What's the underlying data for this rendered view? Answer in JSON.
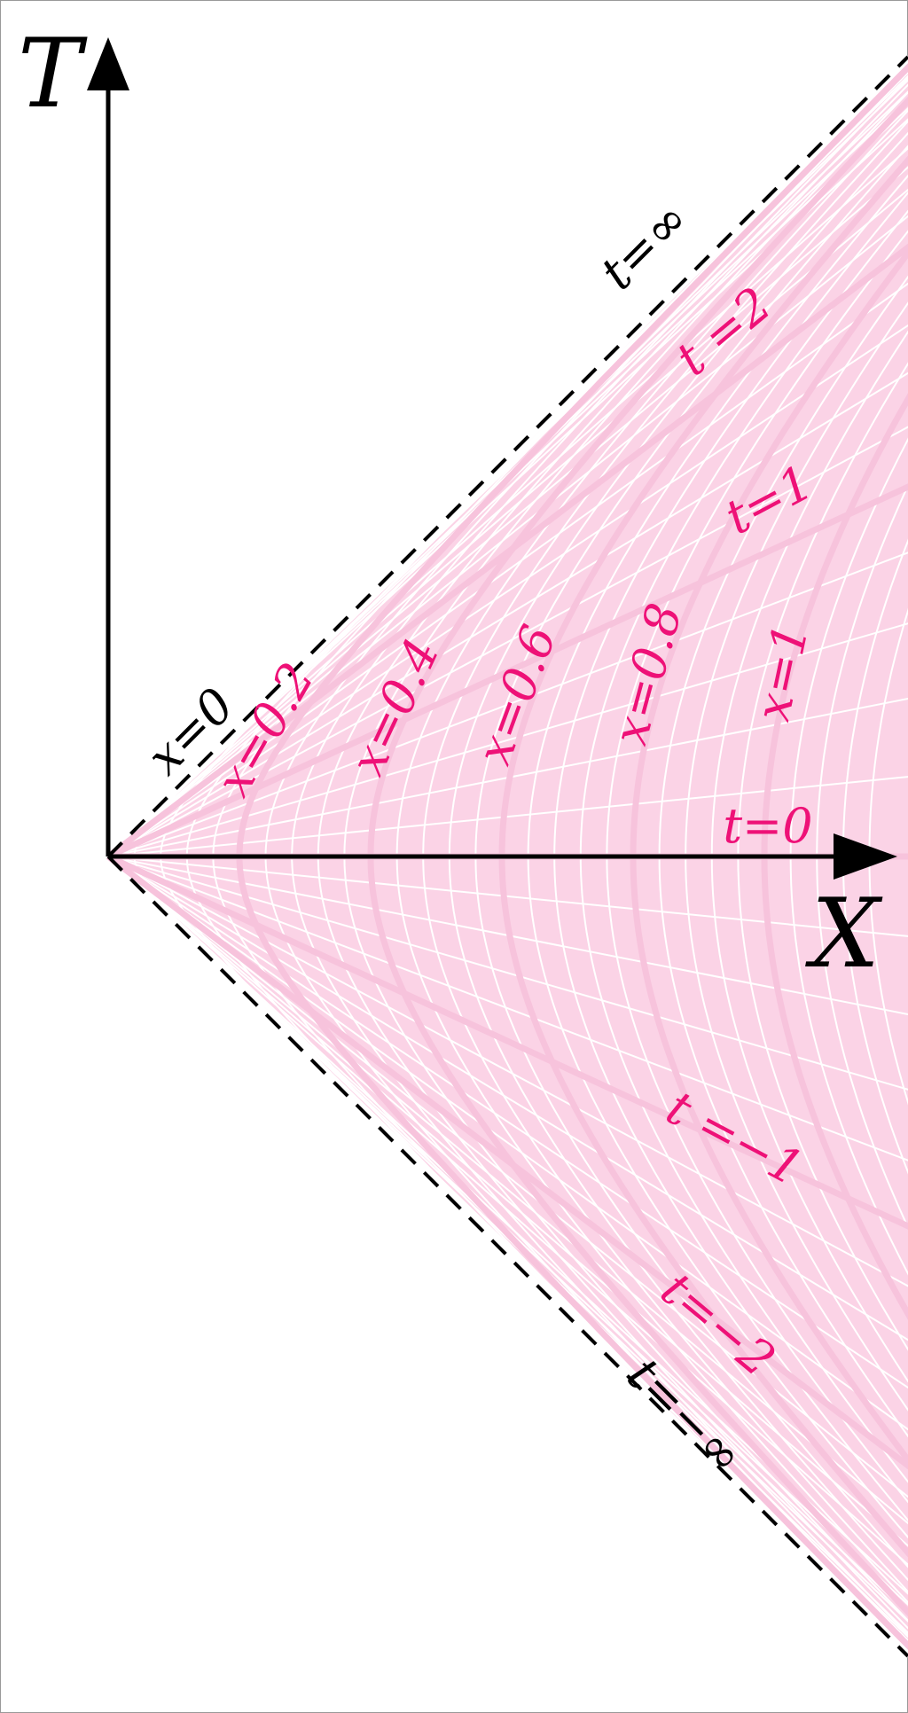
{
  "axes": {
    "vertical_label": "T",
    "horizontal_label": "X"
  },
  "colors": {
    "wedge_fill": "#fbd3e6",
    "grid_line": "#ffffff",
    "major_line": "#f7c3dc",
    "label_pink": "#ee1177",
    "axis": "#000000",
    "border": "#999999"
  },
  "x_lines": [
    0.2,
    0.4,
    0.6,
    0.8,
    1
  ],
  "t_lines": [
    -2,
    -1,
    0,
    1,
    2
  ],
  "labels": {
    "t_inf": "t=∞",
    "t_neg_inf": "t=−∞",
    "x0": "x=0",
    "x02": "x=0.2",
    "x04": "x=0.4",
    "x06": "x=0.6",
    "x08": "x=0.8",
    "x1": "x=1",
    "t0": "t=0",
    "t1": "t=1",
    "t2": "t =2",
    "tm1": "t =−1",
    "tm2": "t=−2"
  }
}
